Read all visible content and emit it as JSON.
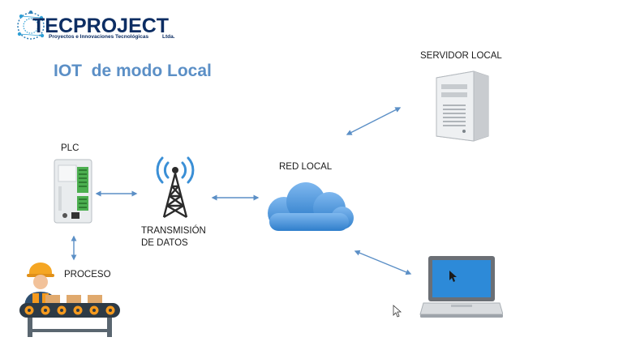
{
  "logo": {
    "name": "TECPROJECT",
    "tagline": "Proyectos e Innovaciones Tecnológicas",
    "suffix": "Ltda."
  },
  "title": "IOT  de modo Local",
  "nodes": {
    "plc": "PLC",
    "proceso": "PROCESO",
    "transmision_line1": "TRANSMISIÓN",
    "transmision_line2": "DE DATOS",
    "red_local": "RED LOCAL",
    "servidor_local": "SERVIDOR LOCAL"
  },
  "colors": {
    "title": "#5b8fc6",
    "arrow": "#5b8fc6",
    "cloud": "#3a86d4",
    "logo": "#0c2d63"
  }
}
